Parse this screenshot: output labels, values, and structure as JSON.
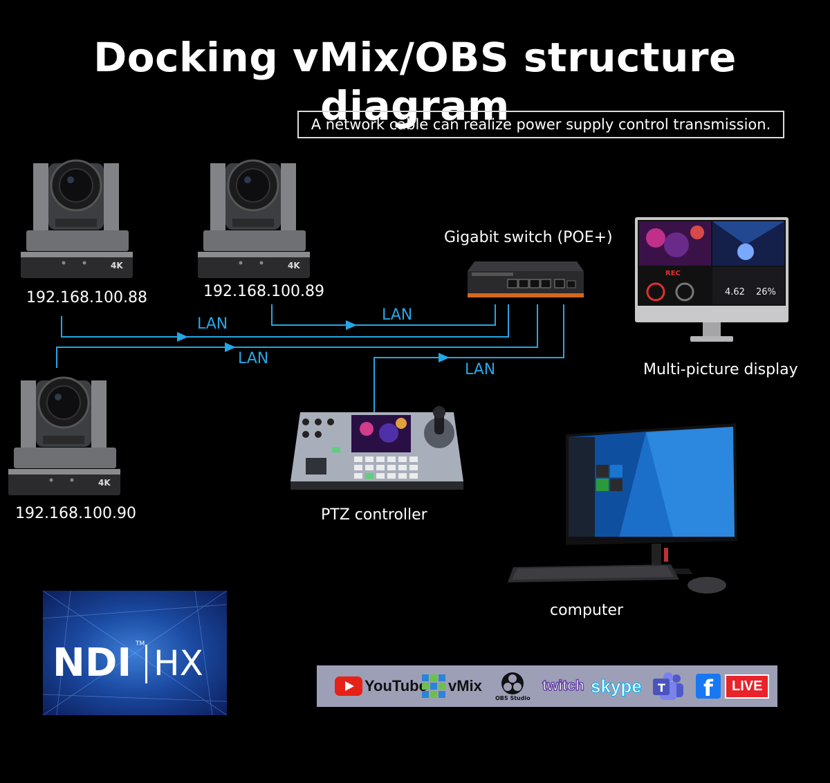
{
  "title": "Docking vMix/OBS structure diagram",
  "subtitle": "A network cable can realize power supply control transmission.",
  "cameras": [
    {
      "ip": "192.168.100.88",
      "badge": "4K"
    },
    {
      "ip": "192.168.100.89",
      "badge": "4K"
    },
    {
      "ip": "192.168.100.90",
      "badge": "4K"
    }
  ],
  "switch": {
    "label": "Gigabit switch (POE+)"
  },
  "connections": {
    "lan_label": "LAN"
  },
  "display": {
    "label": "Multi-picture display",
    "stat1": "4.62",
    "stat2": "26%",
    "rec": "REC"
  },
  "controller": {
    "label": "PTZ controller"
  },
  "computer": {
    "label": "computer"
  },
  "ndi": {
    "text1": "NDI",
    "text2": "HX",
    "tm": "TM"
  },
  "platforms": {
    "youtube": "YouTube",
    "vmix": "vMix",
    "obs": "OBS Studio",
    "twitch": "twitch",
    "skype": "skype",
    "teams": "T",
    "facebook": "f",
    "live": "LIVE"
  },
  "colors": {
    "lan_line": "#27a6e5",
    "background": "#000000"
  }
}
